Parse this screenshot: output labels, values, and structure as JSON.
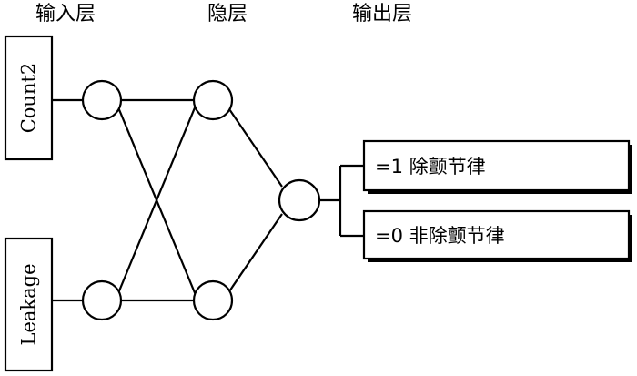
{
  "layers": {
    "input_label": "输入层",
    "hidden_label": "隐层",
    "output_label": "输出层"
  },
  "inputs": [
    "Count2",
    "Leakage"
  ],
  "outputs": [
    "=1 除颤节律",
    "=0 非除颤节律"
  ]
}
